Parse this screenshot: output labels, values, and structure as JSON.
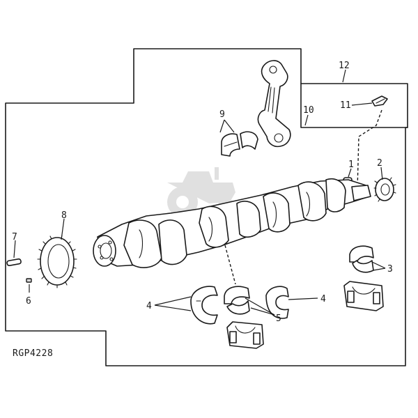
{
  "figure_code": "RGP4228",
  "callouts": {
    "c1": "1",
    "c2": "2",
    "c3": "3",
    "c4a": "4",
    "c4b": "4",
    "c5": "5",
    "c6": "6",
    "c7": "7",
    "c8": "8",
    "c9": "9",
    "c10": "10",
    "c11": "11",
    "c12": "12"
  },
  "icons": {
    "watermark": "tractor-watermark-icon"
  },
  "colors": {
    "ink": "#1a1a1a",
    "paper": "#ffffff",
    "watermark": "#c8c8c8"
  }
}
